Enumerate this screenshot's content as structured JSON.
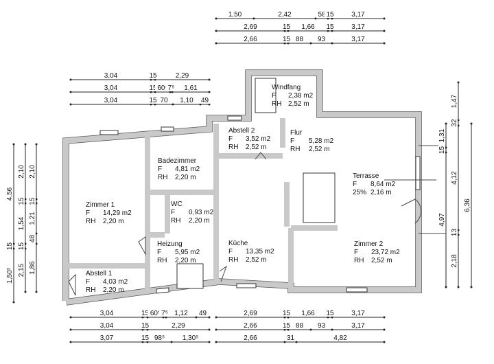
{
  "plan": {
    "rooms": [
      {
        "name": "Zimmer 1",
        "rows": [
          [
            "F",
            "14,29 m2"
          ],
          [
            "RH",
            "2,20 m"
          ]
        ]
      },
      {
        "name": "Badezimmer",
        "rows": [
          [
            "F",
            "4,81 m2"
          ],
          [
            "RH",
            "2,20 m"
          ]
        ]
      },
      {
        "name": "WC",
        "rows": [
          [
            "F",
            "0,93 m2"
          ],
          [
            "RH",
            "2,20 m"
          ]
        ]
      },
      {
        "name": "Heizung",
        "rows": [
          [
            "F",
            "5,95 m2"
          ],
          [
            "RH",
            "2,20 m"
          ]
        ]
      },
      {
        "name": "Abstell 1",
        "rows": [
          [
            "F",
            "4,03 m2"
          ],
          [
            "RH",
            "2,20 m"
          ]
        ]
      },
      {
        "name": "Abstell 2",
        "rows": [
          [
            "F",
            "3,52 m2"
          ],
          [
            "RH",
            "2,52 m"
          ]
        ]
      },
      {
        "name": "Flur",
        "rows": [
          [
            "F",
            "5,28 m2"
          ],
          [
            "RH",
            "2,52 m"
          ]
        ]
      },
      {
        "name": "Küche",
        "rows": [
          [
            "F",
            "13,35 m2"
          ],
          [
            "RH",
            "2,52 m"
          ]
        ]
      },
      {
        "name": "Windfang",
        "rows": [
          [
            "F",
            "2,38 m2"
          ],
          [
            "RH",
            "2,52 m"
          ]
        ]
      },
      {
        "name": "Terrasse",
        "rows": [
          [
            "F",
            "8,64 m2"
          ],
          [
            "25%",
            "2,16 m"
          ]
        ]
      },
      {
        "name": "Zimmer 2",
        "rows": [
          [
            "F",
            "23,72 m2"
          ],
          [
            "RH",
            "2,52 m"
          ]
        ]
      }
    ],
    "dimensions": {
      "top_center": [
        [
          "1,50",
          "2,42",
          "58",
          "15",
          "3,17"
        ],
        [
          "2,69",
          "15",
          "1,66",
          "15",
          "3,17"
        ],
        [
          "2,66",
          "15",
          "88",
          "93",
          "3,17"
        ]
      ],
      "top_left": [
        [
          "3,04",
          "15",
          "2,29"
        ],
        [
          "3,04",
          "15",
          "60⁵",
          "7⁵",
          "1,61"
        ],
        [
          "3,04",
          "15",
          "70",
          "1,10",
          "49"
        ]
      ],
      "bottom_left": [
        [
          "3,04",
          "15",
          "60⁵",
          "7⁵",
          "1,12",
          "49"
        ],
        [
          "3,04",
          "15",
          "2,29"
        ],
        [
          "3,07",
          "15",
          "98⁵",
          "1,30⁵"
        ]
      ],
      "bottom_right": [
        [
          "2,69",
          "15",
          "1,66",
          "15",
          "3,17"
        ],
        [
          "2,66",
          "15",
          "88",
          "93",
          "3,17"
        ],
        [
          "2,66",
          "31",
          "4,82"
        ]
      ],
      "left": [
        [
          "4,56",
          "15",
          "1,50⁵"
        ],
        [
          "2,10",
          "15",
          "1,54",
          "15",
          "2,15"
        ],
        [
          "2,10",
          "15",
          "1,21",
          "48",
          "1,86"
        ]
      ],
      "right": [
        [
          "1,31",
          "15",
          "4,97"
        ],
        [
          "1,47",
          "32",
          "4,12",
          "13",
          "2,18"
        ],
        [
          "6,36"
        ]
      ]
    }
  }
}
